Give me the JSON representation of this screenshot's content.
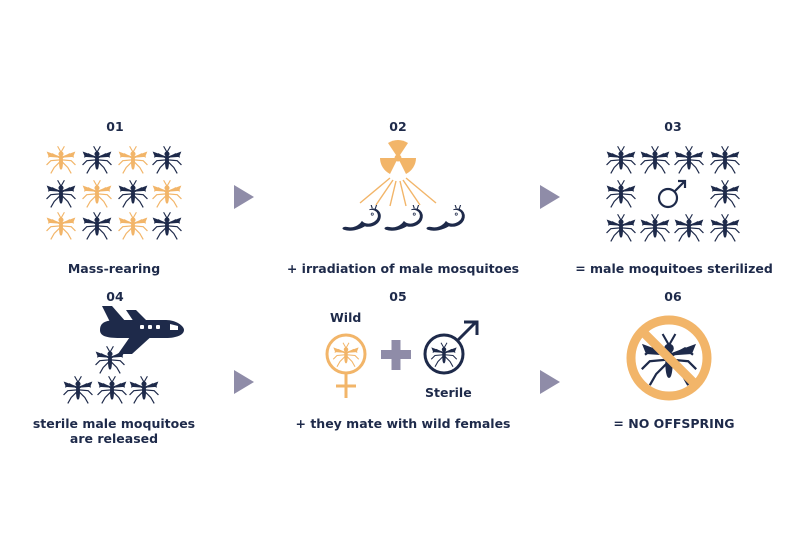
{
  "colors": {
    "navy": "#1e2a4a",
    "orange": "#f2b569",
    "gray_arrow": "#8f8ca8",
    "plus": "#8f8ca8"
  },
  "steps": [
    {
      "number": "01",
      "caption": "Mass-rearing",
      "icon": "mosquito-grid-icon"
    },
    {
      "number": "02",
      "caption": "+ irradiation of male mosquitoes",
      "icon": "radiation-icon"
    },
    {
      "number": "03",
      "caption": "= male moquitoes sterilized",
      "icon": "male-symbol-icon"
    },
    {
      "number": "04",
      "caption_line1": "sterile male moquitoes",
      "caption_line2": "are released",
      "icon": "airplane-icon"
    },
    {
      "number": "05",
      "caption": "+ they mate with wild females",
      "wild_label": "Wild",
      "sterile_label": "Sterile",
      "icon": "female-male-icon"
    },
    {
      "number": "06",
      "caption": "= NO OFFSPRING",
      "icon": "no-mosquito-icon"
    }
  ]
}
